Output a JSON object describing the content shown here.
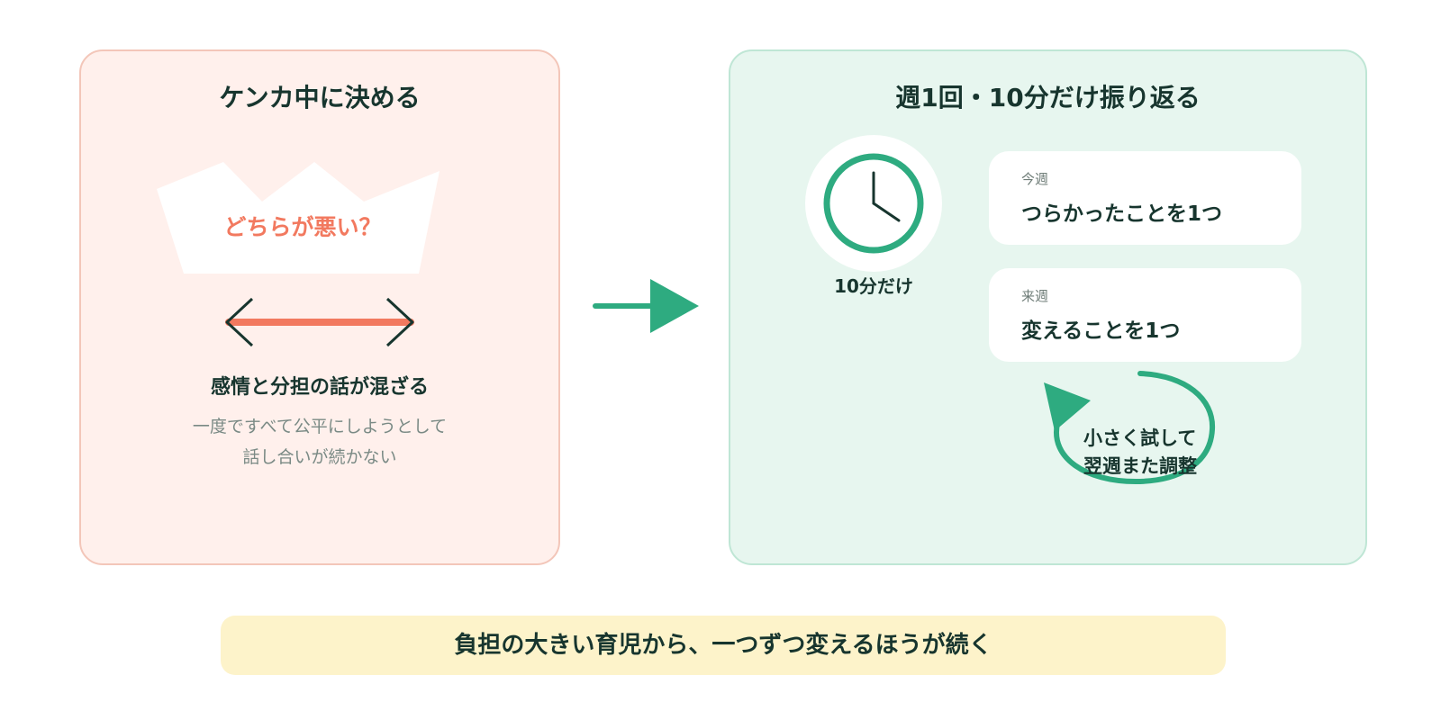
{
  "left": {
    "title": "ケンカ中に決める",
    "bubble": "どちらが悪い？",
    "mixed_title": "感情と分担の話が混ざる",
    "mixed_desc": [
      "一度ですべて公平にしようとして",
      "話し合いが続かない"
    ]
  },
  "right": {
    "title": "週1回・10分だけ振り返る",
    "clock_label": "10分だけ",
    "cards": [
      {
        "tag": "今週",
        "text": "つらかったことを1つ"
      },
      {
        "tag": "来週",
        "text": "変えることを1つ"
      }
    ],
    "cycle_lines": [
      "小さく試して",
      "翌週また調整"
    ]
  },
  "footer": "負担の大きい育児から、一つずつ変えるほうが続く",
  "colors": {
    "green": "#2eab80",
    "coral": "#f2795f",
    "dark": "#17352e"
  },
  "icons": [
    "broken-speech-bubble-icon",
    "two-way-arrow-icon",
    "right-arrow-icon",
    "clock-icon",
    "cycle-arrow-icon"
  ]
}
